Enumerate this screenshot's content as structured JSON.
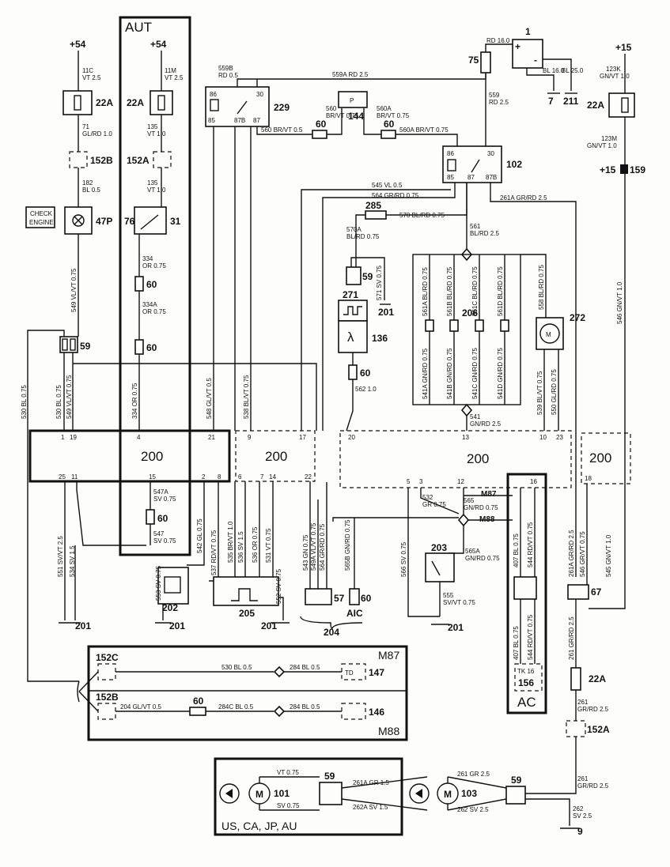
{
  "supply": {
    "s54_left": "+54",
    "s54_right": "+54",
    "s15": "+15",
    "s15_159": "+15",
    "n159": "159"
  },
  "sections": {
    "aut": "AUT",
    "ac": "AC",
    "m87": "M87",
    "m88": "M88",
    "markets": "US, CA, JP, AU"
  },
  "ecu": "200",
  "components": {
    "c22a": "22A",
    "c152b": "152B",
    "c152a": "152A",
    "c47p": "47P",
    "check_engine_1": "CHECK",
    "check_engine_2": "ENGINE",
    "c76": "76",
    "c31": "31",
    "c60": "60",
    "c59": "59",
    "c229": "229",
    "c144": "144",
    "c102": "102",
    "c75": "75",
    "c1": "1",
    "c7": "7",
    "c211": "211",
    "c285": "285",
    "c271": "271",
    "c136": "136",
    "c201": "201",
    "c206": "206",
    "c272": "272",
    "c202": "202",
    "c205": "205",
    "c204": "204",
    "c57": "57",
    "aic": "AIC",
    "c203": "203",
    "c67": "67",
    "c156": "156",
    "c152c": "152C",
    "c147": "147",
    "c146": "146",
    "c101": "101",
    "c103": "103",
    "c9": "9",
    "p_box": "P",
    "m_motor": "M",
    "td": "TD",
    "tk16": "TK 16"
  },
  "wires": {
    "w11c": "11C",
    "w11c_s": "VT 2.5",
    "w11m": "11M",
    "w11m_s": "VT 2.5",
    "w71": "71",
    "w71_s": "GL/RD 1.0",
    "w135a": "135",
    "w135a_s": "VT 1.0",
    "w135b": "135",
    "w135b_s": "VT 1.0",
    "w182": "182",
    "w182_s": "BL 0.5",
    "w334": "334",
    "w334_s": "OR 0.75",
    "w334a": "334A",
    "w334a_s": "OR 0.75",
    "w549a": "549 VL/VT 0.75",
    "w549b": "549 VL/VT 0.75",
    "w530bl": "530 BL 0.75",
    "w530": "530 BL 0.75",
    "w334or": "334 OR 0.75",
    "w548": "548 GL/VT 0.5",
    "w538": "538 BL/VT 0.75",
    "w559b": "559B",
    "w559b_s": "RD 0.5",
    "w559a": "559A RD 2.5",
    "w560": "560",
    "w560_s": "BR/VT 0.75",
    "w560a": "560A",
    "w560a_s": "BR/VT 0.75",
    "w560r": "560 BR/VT 0.5",
    "w560ar": "560A BR/VT 0.75",
    "wrd16": "RD 16.0",
    "wbl16": "BL 16.0",
    "wbl25": "BL 25.0",
    "w559": "559",
    "w559_s": "RD 2.5",
    "w545": "545 VL 0.5",
    "w564": "564 GR/RD 0.75",
    "w261a": "261A GR/RD 2.5",
    "w570": "570 BL/RD 0.75",
    "w570a": "570A",
    "w570a_s": "BL/RD 0.75",
    "w571": "571 SV 0.75",
    "w561": "561",
    "w561_s": "BL/RD 2.5",
    "w561a": "561A BL/RD 0.75",
    "w561b": "561B BL/RD 0.75",
    "w561c": "561C BL/RD 0.75",
    "w561d": "561D BL/RD 0.75",
    "w558": "558 BL/RD 0.75",
    "w541a": "541A GN/RD 0.75",
    "w541b": "541B GN/RD 0.75",
    "w541c": "541C GN/RD 0.75",
    "w541d": "541D GN/RD 0.75",
    "w539": "539 BL/VT 0.75",
    "w550": "550 GL/RD 0.75",
    "w541": "541",
    "w541_s": "GN/RD 2.5",
    "w562": "562 1.0",
    "w123k": "123K",
    "w123k_s": "GN/VT 1.0",
    "w123m": "123M",
    "w123m_s": "GN/VT 1.0",
    "w546gn": "546 GN/VT 1.0",
    "w551": "551 SV/VT 2.5",
    "w534": "534 SV 1.5",
    "w547a": "547A",
    "w547a_s": "SV 0.75",
    "w547": "547",
    "w547_s": "SV 0.75",
    "w542": "542 GL 0.75",
    "w537": "537 RD/VT 0.75",
    "w535": "535 BR/VT 1.0",
    "w536": "536 SV 1.5",
    "w536or": "536 OR 0.75",
    "w531": "531 VT 0.75",
    "w553": "553 SV 0.75",
    "w552": "552 SV 0.75",
    "w543": "543 GN 0.75",
    "w549a2": "549A VL/VT 0.75",
    "w564b": "564 GR/RD 0.75",
    "w565b": "565B GN/RD 0.75",
    "w532": "532",
    "w532_s": "GR 0.75",
    "w565": "565",
    "w565_s": "GN/RD 0.75",
    "w566": "566 SV 0.75",
    "w565a": "565A",
    "w565a_s": "GN/RD 0.75",
    "w555": "555",
    "w555_s": "SV/VT 0.75",
    "w407a": "407 BL 0.75",
    "w544a": "544 RD/VT 0.75",
    "w407b": "407 BL 0.75",
    "w544b": "544 RD/VT 0.75",
    "w261a2": "261A GR/RD 2.5",
    "w546b": "546 GR/VT 0.75",
    "w545gn": "545 GN/VT 1.0",
    "w261b": "261 GR/RD 2.5",
    "w261c": "261",
    "w261c_s": "GR/RD 2.5",
    "w261d": "261",
    "w261d_s": "GR/RD 2.5",
    "w262": "262",
    "w262_s": "SV 2.5",
    "w530b": "530 BL 0.5",
    "w284": "284 BL 0.5",
    "w204": "204 GL/VT 0.5",
    "w284c": "284C BL 0.5",
    "w284b": "284 BL 0.5",
    "wvt": "VT 0.75",
    "wsv": "SV 0.75",
    "w261agr": "261A GR 1.5",
    "w262a": "262A SV 1.5",
    "w261gr": "261 GR 2.5",
    "w262sv": "262 SV 2.5"
  },
  "pins": {
    "p1": "1",
    "p19": "19",
    "p4": "4",
    "p21": "21",
    "p9": "9",
    "p17": "17",
    "p20": "20",
    "p13": "13",
    "p10": "10",
    "p23": "23",
    "p25": "25",
    "p11": "11",
    "p15": "15",
    "p2": "2",
    "p8": "8",
    "p6": "6",
    "p7": "7",
    "p14": "14",
    "p22": "22",
    "p5": "5",
    "p3": "3",
    "p12": "12",
    "p16": "16",
    "p18": "18",
    "r86": "86",
    "r30": "30",
    "r85": "85",
    "r87b": "87B",
    "r87": "87"
  }
}
